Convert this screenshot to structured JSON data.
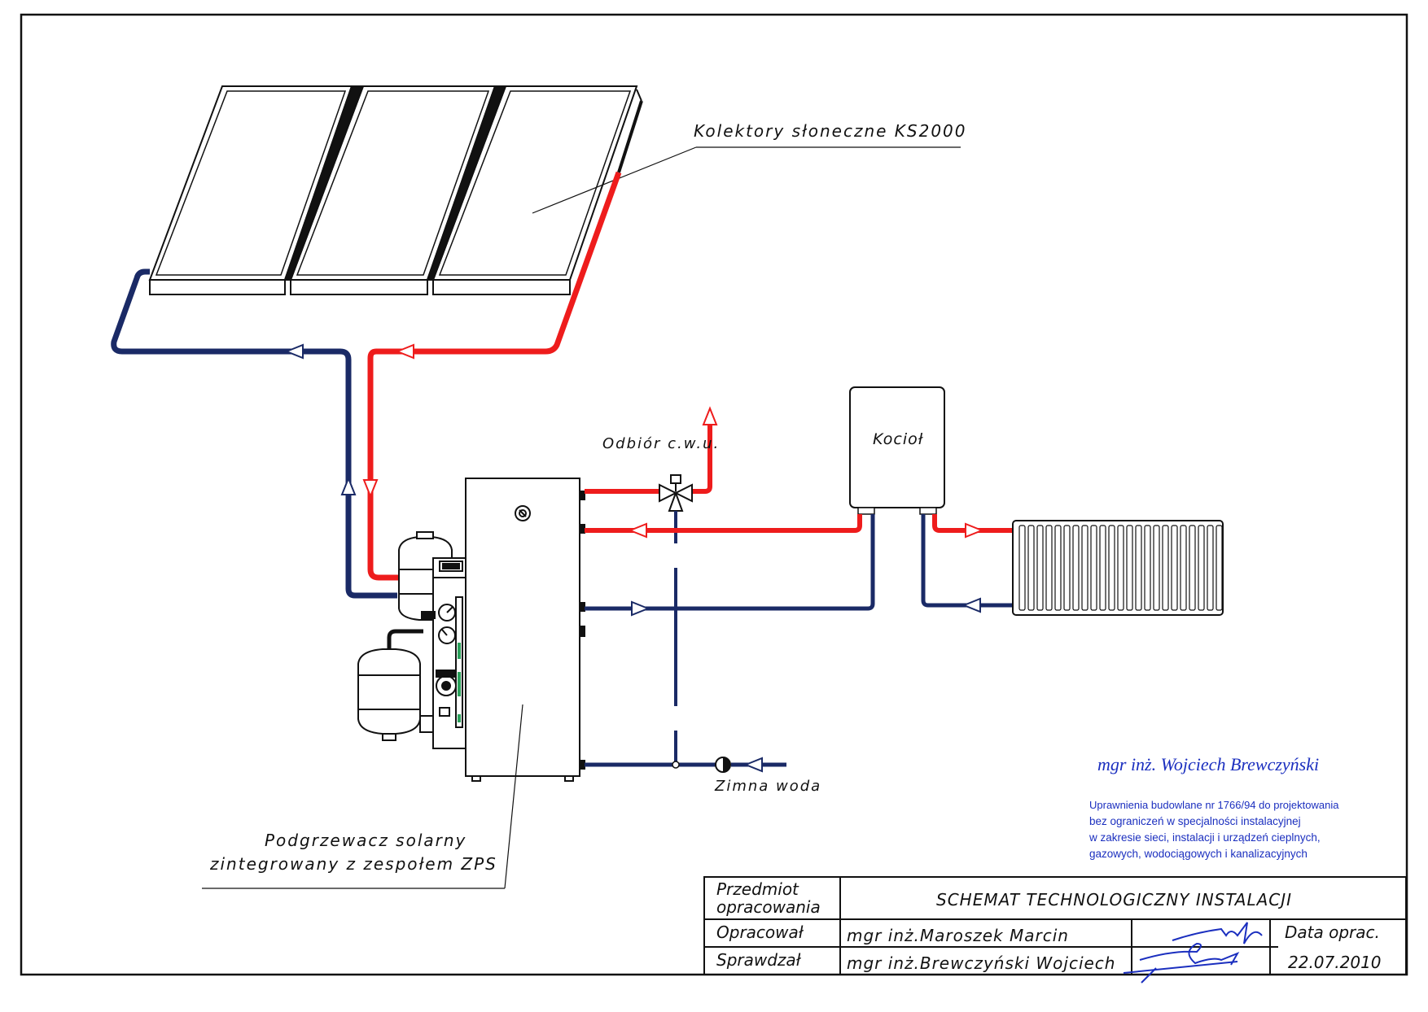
{
  "labels": {
    "collectors": "Kolektory słoneczne KS2000",
    "boiler": "Kocioł",
    "hot_water_outlet": "Odbiór c.w.u.",
    "cold_water": "Zimna woda",
    "heater_line1": "Podgrzewacz solarny",
    "heater_line2": "zintegrowany z zespołem ZPS"
  },
  "stamp": {
    "name": "mgr inż. Wojciech Brewczyński",
    "line1": "Uprawnienia budowlane nr 1766/94 do projektowania",
    "line2": "bez ograniczeń w specjalności instalacyjnej",
    "line3": "w zakresie sieci, instalacji i urządzeń cieplnych,",
    "line4": "gazowych, wodociągowych i kanalizacyjnych"
  },
  "title_block": {
    "subject_label_1": "Przedmiot",
    "subject_label_2": "opracowania",
    "subject_value": "SCHEMAT TECHNOLOGICZNY INSTALACJI",
    "prepared_label": "Opracował",
    "prepared_value": "mgr inż.Maroszek Marcin",
    "checked_label": "Sprawdzał",
    "checked_value": "mgr inż.Brewczyński Wojciech",
    "date_label": "Data oprac.",
    "date_value": "22.07.2010"
  },
  "colors": {
    "supply_hot": "#ee1c1c",
    "return_cold": "#1a2a66",
    "line": "#111111",
    "stamp_ink": "#1b2fbf"
  }
}
